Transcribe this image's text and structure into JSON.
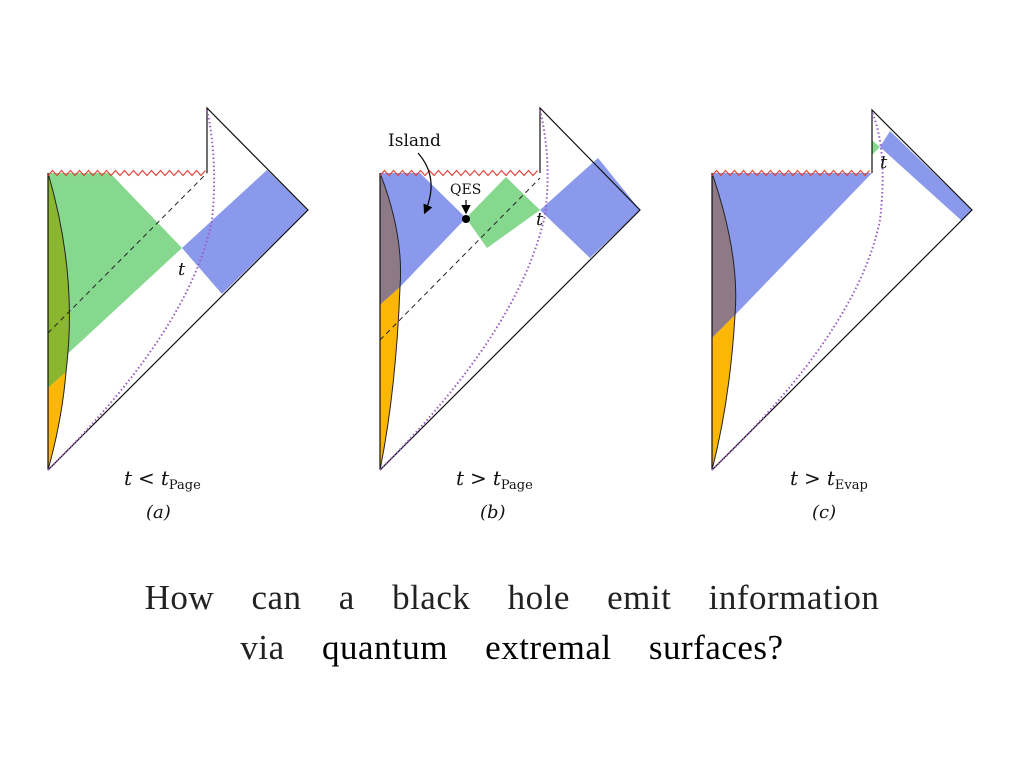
{
  "panels": [
    {
      "id": "a",
      "condition_t": "t",
      "condition_op": "<",
      "condition_sub": "Page",
      "label": "(a)",
      "point_label": "t"
    },
    {
      "id": "b",
      "condition_t": "t",
      "condition_op": ">",
      "condition_sub": "Page",
      "label": "(b)",
      "point_label": "t",
      "island_label": "Island",
      "qes_label": "QES"
    },
    {
      "id": "c",
      "condition_t": "t",
      "condition_op": ">",
      "condition_sub": "Evap",
      "label": "(c)",
      "point_label": "t"
    }
  ],
  "colors": {
    "green": "#86d88f",
    "olive": "#8bb62f",
    "blue": "#8a99ec",
    "orange": "#fbb606",
    "mauve": "#8d7a86",
    "singularity": "#e0453c",
    "horizon_curve": "#9a5cc6"
  },
  "caption": {
    "line1": [
      "How",
      "can",
      "a",
      "black",
      "hole",
      "emit",
      "information"
    ],
    "line2_prefix": "via",
    "line2_emph": [
      "quantum",
      "extremal",
      "surfaces?"
    ]
  }
}
